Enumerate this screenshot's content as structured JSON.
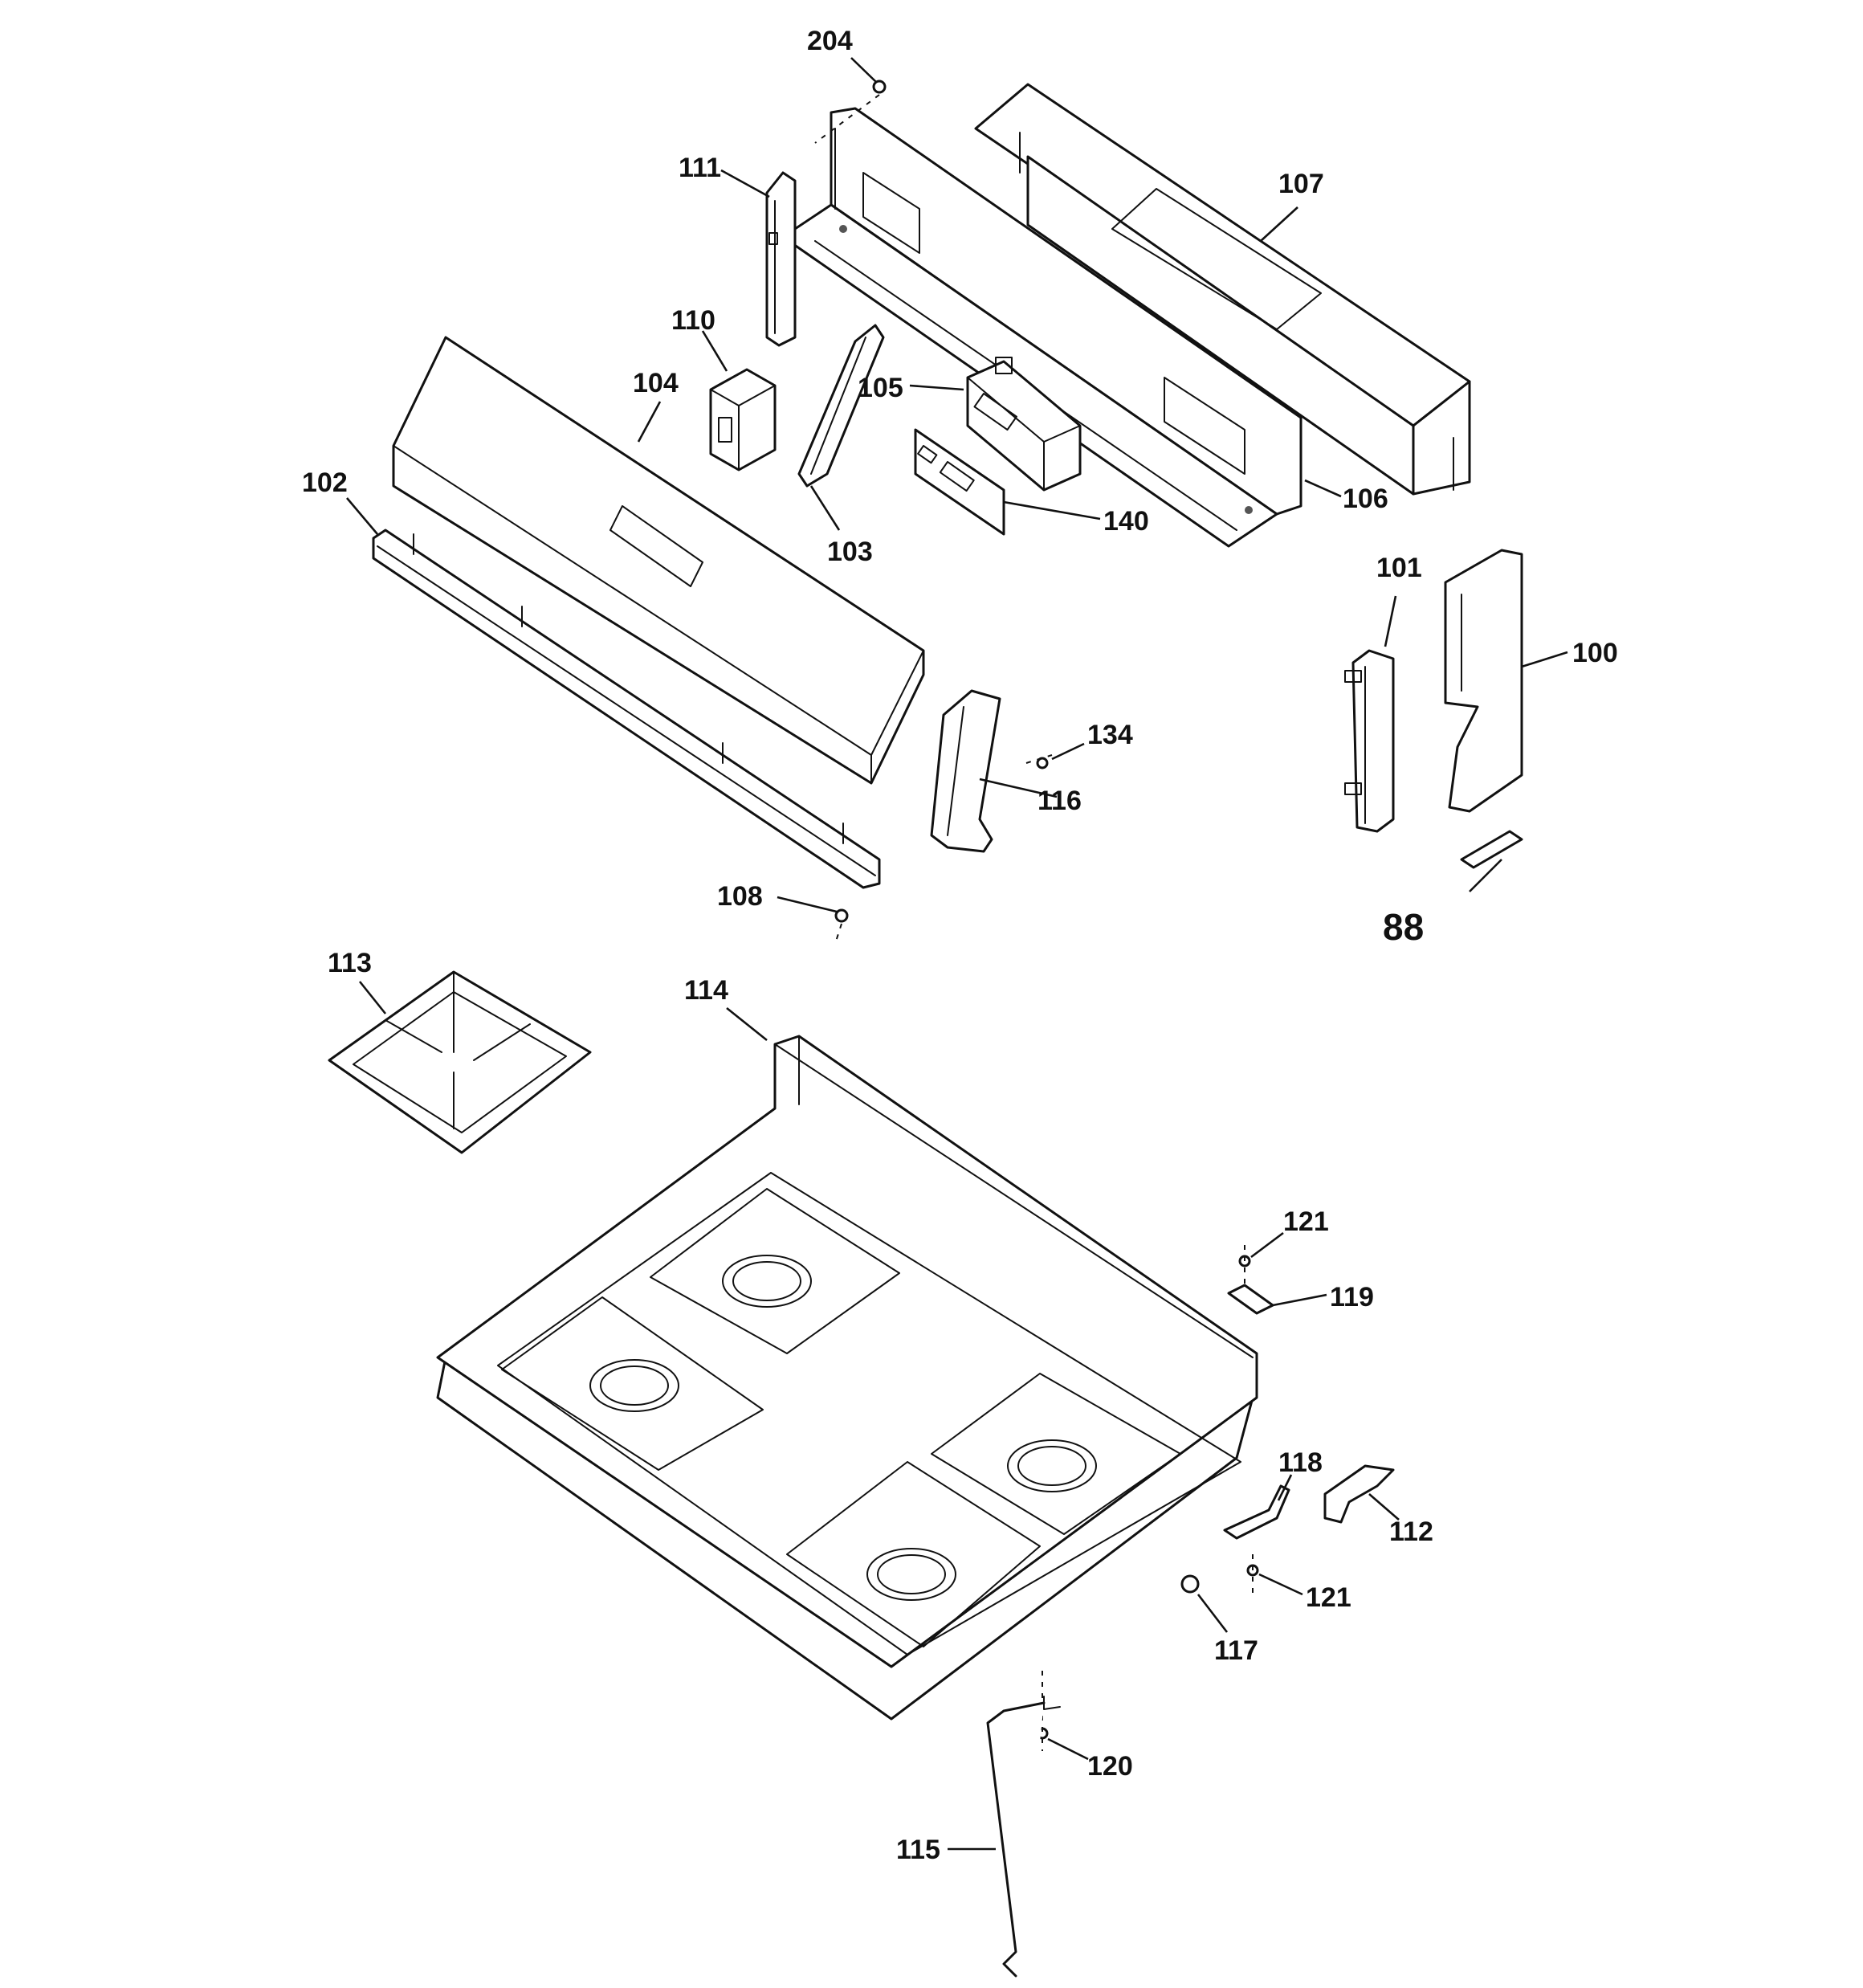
{
  "labels": {
    "p204": "204",
    "p111": "111",
    "p107": "107",
    "p110": "110",
    "p104": "104",
    "p105": "105",
    "p102": "102",
    "p106": "106",
    "p103": "103",
    "p140": "140",
    "p101": "101",
    "p100": "100",
    "p134": "134",
    "p116": "116",
    "p108": "108",
    "p88": "88",
    "p113": "113",
    "p114": "114",
    "p121a": "121",
    "p119": "119",
    "p118": "118",
    "p112": "112",
    "p121b": "121",
    "p117": "117",
    "p120": "120",
    "p115": "115"
  },
  "colors": {
    "line": "#111111",
    "paper": "#ffffff"
  }
}
